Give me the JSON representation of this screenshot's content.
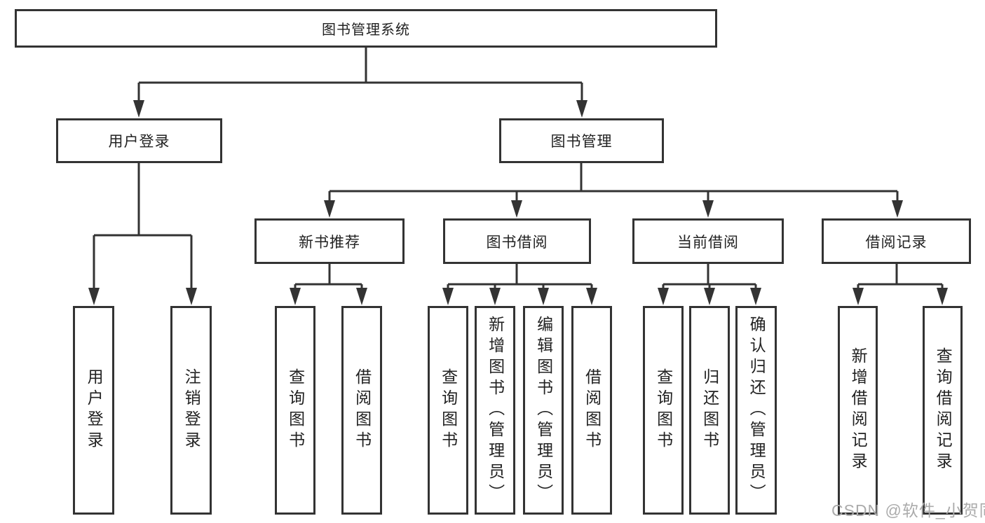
{
  "diagram_title": "图书管理系统",
  "colors": {
    "line": "#333333",
    "text": "#222222",
    "background": "#ffffff",
    "watermark": "#ababab"
  },
  "nodes": {
    "root": {
      "label": "图书管理系统"
    },
    "level2": [
      {
        "label": "用户登录"
      },
      {
        "label": "图书管理"
      }
    ],
    "level3": [
      {
        "label": "新书推荐"
      },
      {
        "label": "图书借阅"
      },
      {
        "label": "当前借阅"
      },
      {
        "label": "借阅记录"
      }
    ],
    "leaves": {
      "user_login": [
        {
          "label": "用户登录"
        },
        {
          "label": "注销登录"
        }
      ],
      "new_book_recommend": [
        {
          "label": "查询图书"
        },
        {
          "label": "借阅图书"
        }
      ],
      "book_borrow": [
        {
          "label": "查询图书"
        },
        {
          "label": "新增图书（管理员）"
        },
        {
          "label": "编辑图书（管理员）"
        },
        {
          "label": "借阅图书"
        }
      ],
      "current_borrow": [
        {
          "label": "查询图书"
        },
        {
          "label": "归还图书"
        },
        {
          "label": "确认归还（管理员）"
        }
      ],
      "borrow_records": [
        {
          "label": "新增借阅记录"
        },
        {
          "label": "查询借阅记录"
        }
      ]
    }
  },
  "watermark": {
    "text": "CSDN @软件_小贺同学"
  }
}
